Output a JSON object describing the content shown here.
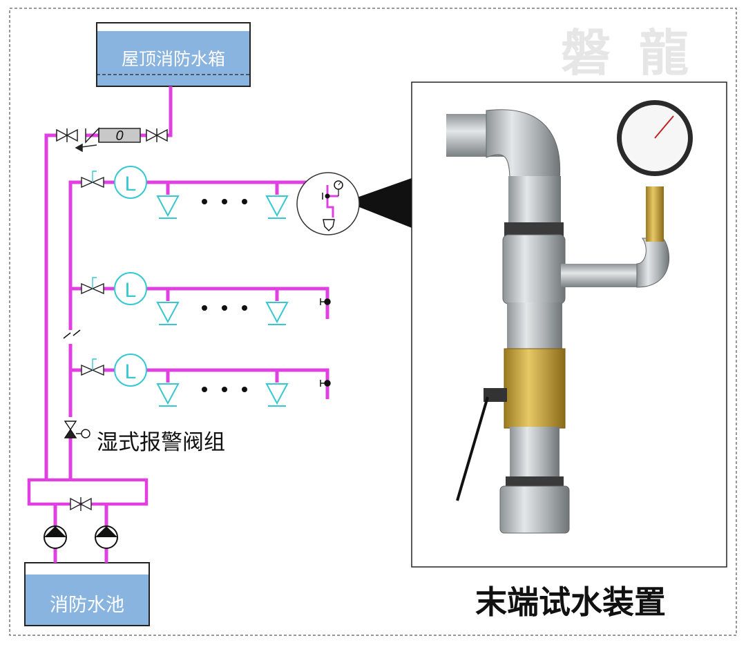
{
  "labels": {
    "roof_tank": "屋顶消防水箱",
    "fire_pool": "消防水池",
    "alarm_valve": "湿式报警阀组",
    "test_device": "末端试水装置",
    "flow_meter_symbol": "0",
    "flow_indicator_symbol": "L",
    "watermark": "磐 龍"
  },
  "colors": {
    "pipe": "#e040e0",
    "sprinkler": "#35c8d0",
    "water": "#8ab4e0",
    "tank_edge": "#222222"
  }
}
